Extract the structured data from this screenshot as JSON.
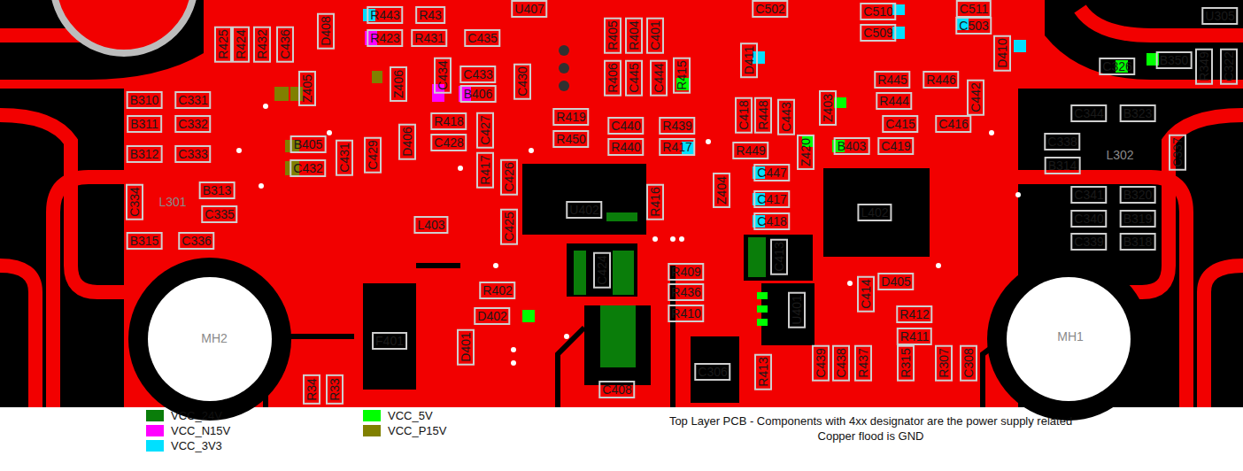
{
  "diagram": {
    "caption": "Top Layer PCB - Components with 4xx designator are the power supply related Copper flood is GND",
    "labels": [
      "R425",
      "R424",
      "R432",
      "C436",
      "D408",
      "R443",
      "R43",
      "R423",
      "R431",
      "C435",
      "U407",
      "R405",
      "R404",
      "C401",
      "R406",
      "C445",
      "C444",
      "R415",
      "C502",
      "C510",
      "C509",
      "C511",
      "C503",
      "D410",
      "U305",
      "C326",
      "B350",
      "R349",
      "C322",
      "D411",
      "Z405",
      "Z406",
      "C434",
      "C433",
      "C430",
      "B406",
      "Z403",
      "R418",
      "C427",
      "C428",
      "R419",
      "R450",
      "C440",
      "R439",
      "R440",
      "R417",
      "R445",
      "R446",
      "C442",
      "R444",
      "C415",
      "C416",
      "B403",
      "C419",
      "C418",
      "R448",
      "C443",
      "R449",
      "Z420",
      "C447",
      "C417",
      "C418",
      "Z404",
      "D406",
      "C429",
      "C431",
      "B405",
      "C432",
      "R417",
      "C426",
      "C425",
      "U402",
      "R416",
      "L403",
      "L402",
      "C424",
      "R402",
      "D402",
      "D401",
      "F401",
      "C408",
      "R409",
      "R436",
      "R410",
      "C413",
      "U401",
      "C306",
      "R413",
      "C439",
      "C438",
      "R437",
      "R315",
      "R307",
      "C308",
      "C414",
      "D405",
      "R412",
      "R411",
      "B310",
      "C331",
      "B311",
      "C332",
      "B312",
      "C333",
      "L301",
      "B313",
      "C334",
      "C335",
      "B315",
      "C336",
      "MH2",
      "R34",
      "R33",
      "C344",
      "B323",
      "C338",
      "B314",
      "L302",
      "C337",
      "C341",
      "B320",
      "C340",
      "B319",
      "C339",
      "B318",
      "MH1"
    ],
    "legend": [
      {
        "text": "VCC_24V",
        "color": "#0a7d0a"
      },
      {
        "text": "VCC_N15V",
        "color": "#ff00ff"
      },
      {
        "text": "VCC_3V3",
        "color": "#00e0ff"
      },
      {
        "text": "VCC_5V",
        "color": "#00ff00"
      },
      {
        "text": "VCC_P15V",
        "color": "#808000"
      }
    ]
  }
}
